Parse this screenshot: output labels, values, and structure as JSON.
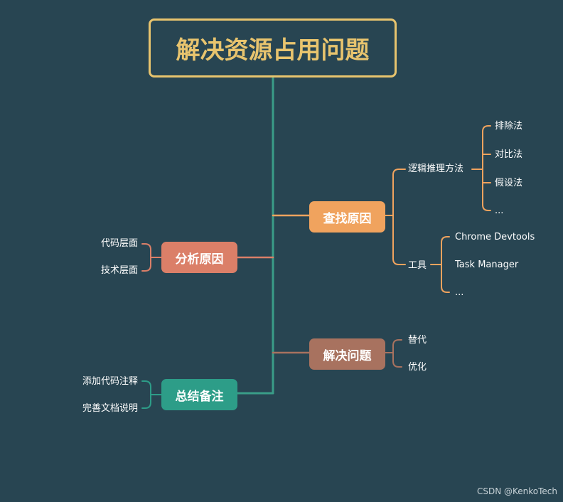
{
  "root": {
    "label": "解决资源占用问题",
    "color": "#e8c46e"
  },
  "branches": {
    "find": {
      "label": "查找原因",
      "color": "#f0a35e",
      "logic": {
        "label": "逻辑推理方法",
        "items": [
          "排除法",
          "对比法",
          "假设法",
          "..."
        ]
      },
      "tools": {
        "label": "工具",
        "items": [
          "Chrome Devtools",
          "Task Manager",
          "..."
        ]
      }
    },
    "analyze": {
      "label": "分析原因",
      "color": "#db7f68",
      "items": [
        "代码层面",
        "技术层面"
      ]
    },
    "solve": {
      "label": "解决问题",
      "color": "#a8725f",
      "items": [
        "替代",
        "优化"
      ]
    },
    "summary": {
      "label": "总结备注",
      "color": "#2d9d88",
      "items": [
        "添加代码注释",
        "完善文档说明"
      ]
    }
  },
  "trunk_color": "#3a9d88",
  "watermark": "CSDN @KenkoTech"
}
